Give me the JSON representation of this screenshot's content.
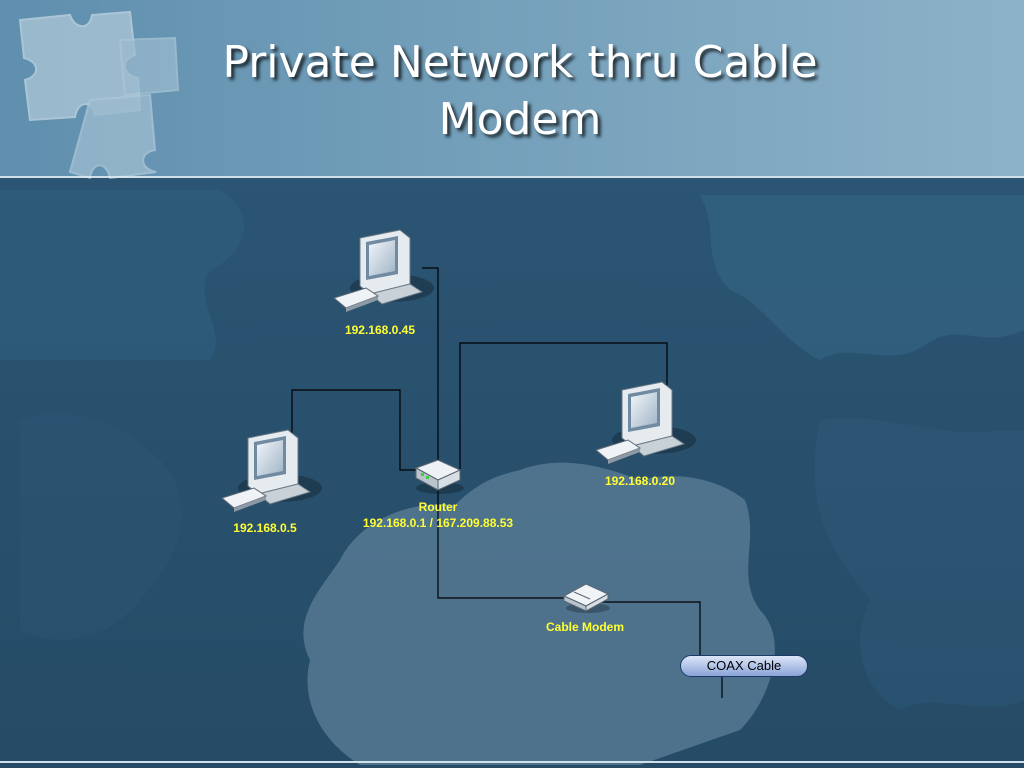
{
  "slide": {
    "title_line1": "Private Network thru Cable",
    "title_line2": "Modem"
  },
  "devices": {
    "pc_top": {
      "ip": "192.168.0.45",
      "icon": "desktop-computer-icon"
    },
    "pc_left": {
      "ip": "192.168.0.5",
      "icon": "desktop-computer-icon"
    },
    "pc_right": {
      "ip": "192.168.0.20",
      "icon": "desktop-computer-icon"
    },
    "router": {
      "name": "Router",
      "ip": "192.168.0.1 / 167.209.88.53",
      "icon": "router-icon"
    },
    "cable_modem": {
      "name": "Cable Modem",
      "icon": "modem-icon"
    },
    "coax": {
      "label": "COAX Cable"
    }
  },
  "colors": {
    "background": "#2e5a78",
    "header_band": "#6f9bb8",
    "label": "#ffff33",
    "title": "#ffffff",
    "wire": "#000000"
  }
}
